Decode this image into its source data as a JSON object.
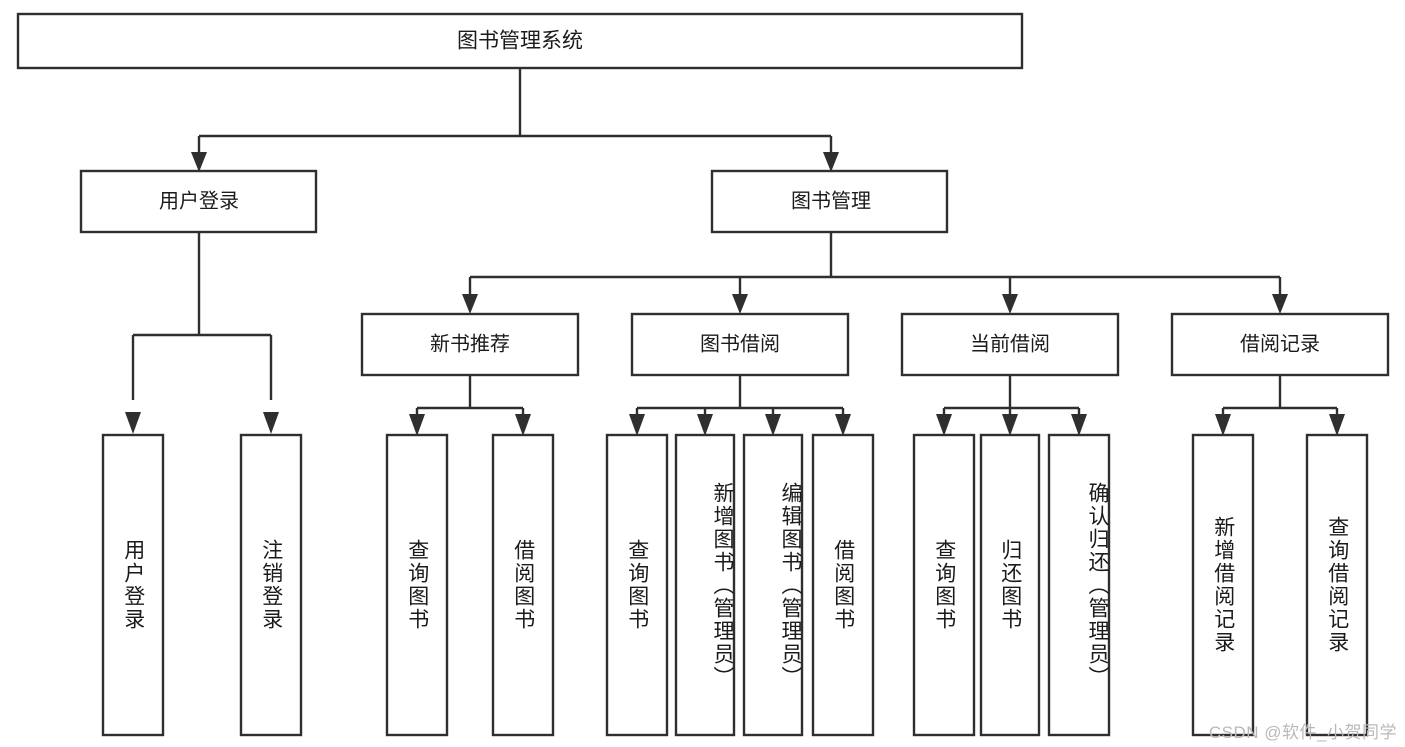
{
  "diagram": {
    "type": "tree-hierarchy-chart",
    "title": "图书管理系统",
    "orientation": "top-down",
    "colors": {
      "box_fill": "#ffffff",
      "box_stroke": "#2f2f2f",
      "text": "#1b1b1b",
      "background": "#ffffff",
      "watermark": "#b9b9b9"
    },
    "levels": {
      "root": {
        "label": "图书管理系统"
      },
      "level2": [
        {
          "id": "user-login",
          "label": "用户登录"
        },
        {
          "id": "book-management",
          "label": "图书管理"
        }
      ],
      "level3": [
        {
          "id": "new-book-recommend",
          "label": "新书推荐",
          "parent": "book-management"
        },
        {
          "id": "book-borrow",
          "label": "图书借阅",
          "parent": "book-management"
        },
        {
          "id": "current-borrow",
          "label": "当前借阅",
          "parent": "book-management"
        },
        {
          "id": "borrow-record",
          "label": "借阅记录",
          "parent": "book-management"
        }
      ],
      "leaves": [
        {
          "id": "leaf-user-login",
          "label": "用户登录",
          "parent": "user-login"
        },
        {
          "id": "leaf-logout-login",
          "label": "注销登录",
          "parent": "user-login"
        },
        {
          "id": "leaf-query-book-1",
          "label": "查询图书",
          "parent": "new-book-recommend"
        },
        {
          "id": "leaf-borrow-book-1",
          "label": "借阅图书",
          "parent": "new-book-recommend"
        },
        {
          "id": "leaf-query-book-2",
          "label": "查询图书",
          "parent": "book-borrow"
        },
        {
          "id": "leaf-add-book",
          "label": "新增图书（管理员）",
          "parent": "book-borrow"
        },
        {
          "id": "leaf-edit-book",
          "label": "编辑图书（管理员）",
          "parent": "book-borrow"
        },
        {
          "id": "leaf-borrow-book-2",
          "label": "借阅图书",
          "parent": "book-borrow"
        },
        {
          "id": "leaf-query-book-3",
          "label": "查询图书",
          "parent": "current-borrow"
        },
        {
          "id": "leaf-return-book",
          "label": "归还图书",
          "parent": "current-borrow"
        },
        {
          "id": "leaf-confirm-return",
          "label": "确认归还（管理员）",
          "parent": "current-borrow"
        },
        {
          "id": "leaf-add-record",
          "label": "新增借阅记录",
          "parent": "borrow-record"
        },
        {
          "id": "leaf-query-record",
          "label": "查询借阅记录",
          "parent": "borrow-record"
        }
      ]
    }
  },
  "watermark": {
    "text": "CSDN @软件_小贺同学"
  }
}
